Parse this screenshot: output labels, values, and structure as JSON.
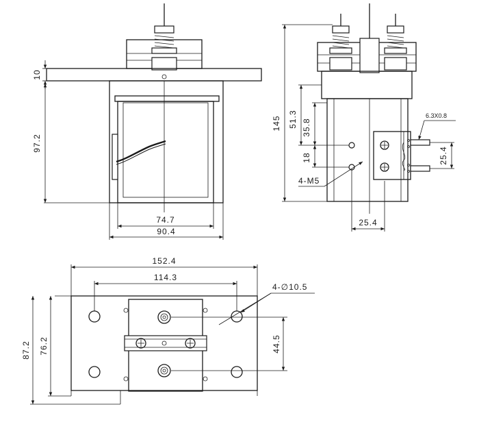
{
  "front_view": {
    "dim_flange_thickness": "10",
    "dim_body_height": "97.2",
    "dim_coil_width": "74.7",
    "dim_body_width": "90.4"
  },
  "side_view": {
    "dim_total_height": "145",
    "dim_hole_upper": "51.3",
    "dim_hole_lower": "35.8",
    "dim_hole_spacing": "18",
    "dim_mount_thread": "4-M5",
    "dim_terminal_size": "6.3X0.8",
    "dim_terminal_pitch": "25.4",
    "dim_bottom_offset": "25.4"
  },
  "bottom_view": {
    "dim_overall_width": "152.4",
    "dim_hole_pitch_x": "114.3",
    "dim_hole_dia": "4-∅10.5",
    "dim_overall_depth": "87.2",
    "dim_hole_pitch_y": "76.2",
    "dim_terminal_pitch": "44.5"
  }
}
